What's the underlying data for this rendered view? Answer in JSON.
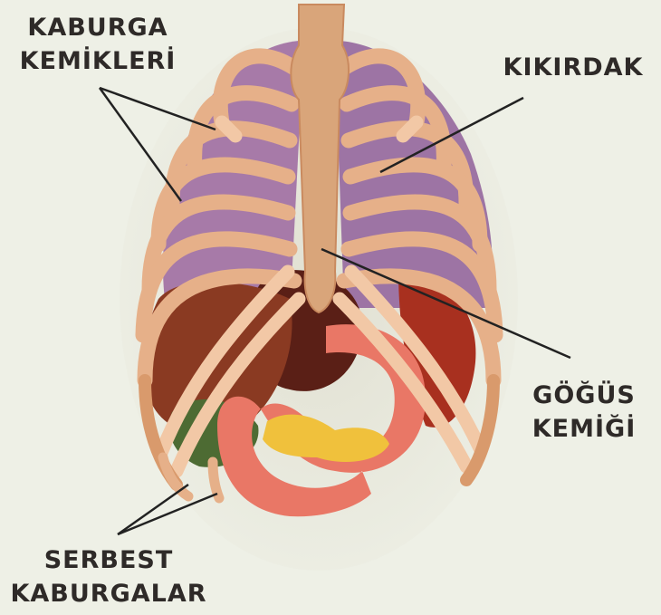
{
  "labels": {
    "ribs": {
      "line1": "KABURGA",
      "line2": "KEMİKLERİ"
    },
    "cartilage": {
      "line1": "KIKIRDAK"
    },
    "sternum": {
      "line1": "GÖĞÜS",
      "line2": "KEMİĞİ"
    },
    "floating_ribs": {
      "line1": "SERBEST",
      "line2": "KABURGALAR"
    }
  },
  "colors": {
    "background": "#eef0e6",
    "bone": "#e6b089",
    "bone_dark": "#c98a5f",
    "cartilage": "#f2c8a6",
    "lung": "#a77aa8",
    "liver": "#8a3a22",
    "heart": "#5a1f16",
    "stomach": "#e97766",
    "fat": "#f0c13c",
    "gallbladder": "#4d6b33",
    "leader_line": "#222222"
  }
}
